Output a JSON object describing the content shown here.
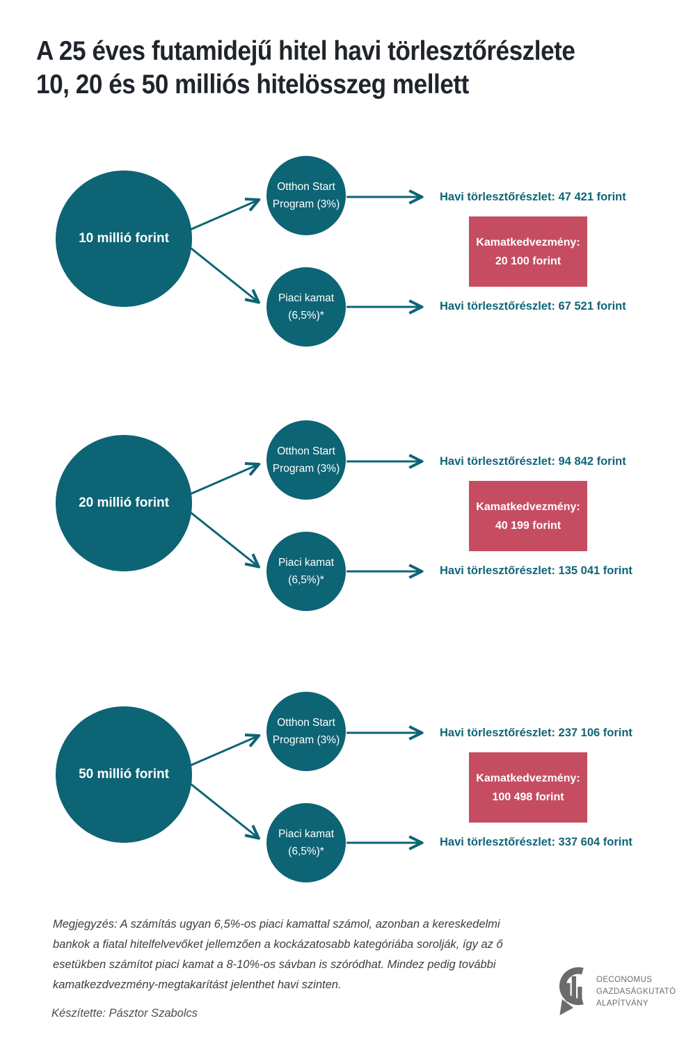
{
  "title": {
    "line1": "A 25 éves futamidejű hitel havi törlesztőrészlete",
    "line2": "10, 20 és 50 milliós hitelösszeg mellett"
  },
  "colors": {
    "teal": "#0d6474",
    "teal_text": "#0f6577",
    "red_box": "#c64d61",
    "title_text": "#20242c",
    "note_text": "#3d3d3d",
    "logo_gray": "#6b6b6b"
  },
  "sections": [
    {
      "loan_label": "10 millió forint",
      "option1": {
        "line1": "Otthon Start",
        "line2": "Program (3%)"
      },
      "option2": {
        "line1": "Piaci kamat",
        "line2": "(6,5%)*"
      },
      "result1": "Havi törlesztőrészlet: 47 421 forint",
      "discount_label": "Kamatkedvezmény:",
      "discount_value": "20 100 forint",
      "result2": "Havi törlesztőrészlet: 67 521 forint"
    },
    {
      "loan_label": "20 millió forint",
      "option1": {
        "line1": "Otthon Start",
        "line2": "Program (3%)"
      },
      "option2": {
        "line1": "Piaci kamat",
        "line2": "(6,5%)*"
      },
      "result1": "Havi törlesztőrészlet: 94 842 forint",
      "discount_label": "Kamatkedvezmény:",
      "discount_value": "40 199 forint",
      "result2": "Havi törlesztőrészlet: 135 041 forint"
    },
    {
      "loan_label": "50 millió forint",
      "option1": {
        "line1": "Otthon Start",
        "line2": "Program (3%)"
      },
      "option2": {
        "line1": "Piaci kamat",
        "line2": "(6,5%)*"
      },
      "result1": "Havi törlesztőrészlet: 237 106 forint",
      "discount_label": "Kamatkedvezmény:",
      "discount_value": "100 498 forint",
      "result2": "Havi törlesztőrészlet: 337 604 forint"
    }
  ],
  "note": "Megjegyzés: A számítás ugyan 6,5%-os piaci kamattal számol, azonban a kereskedelmi bankok a fiatal hitelfelvevőket jellemzően a kockázatosabb kategóriába sorolják, így az ő esetükben számítot piaci kamat a 8-10%-os sávban is szóródhat. Mindez pedig további kamatkezdvezmény-megtakarítást jelenthet havi szinten.",
  "credit": "Készítette: Pásztor Szabolcs",
  "logo": {
    "line1": "OECONOMUS",
    "line2": "GAZDASÁGKUTATÓ",
    "line3": "ALAPÍTVÁNY"
  }
}
